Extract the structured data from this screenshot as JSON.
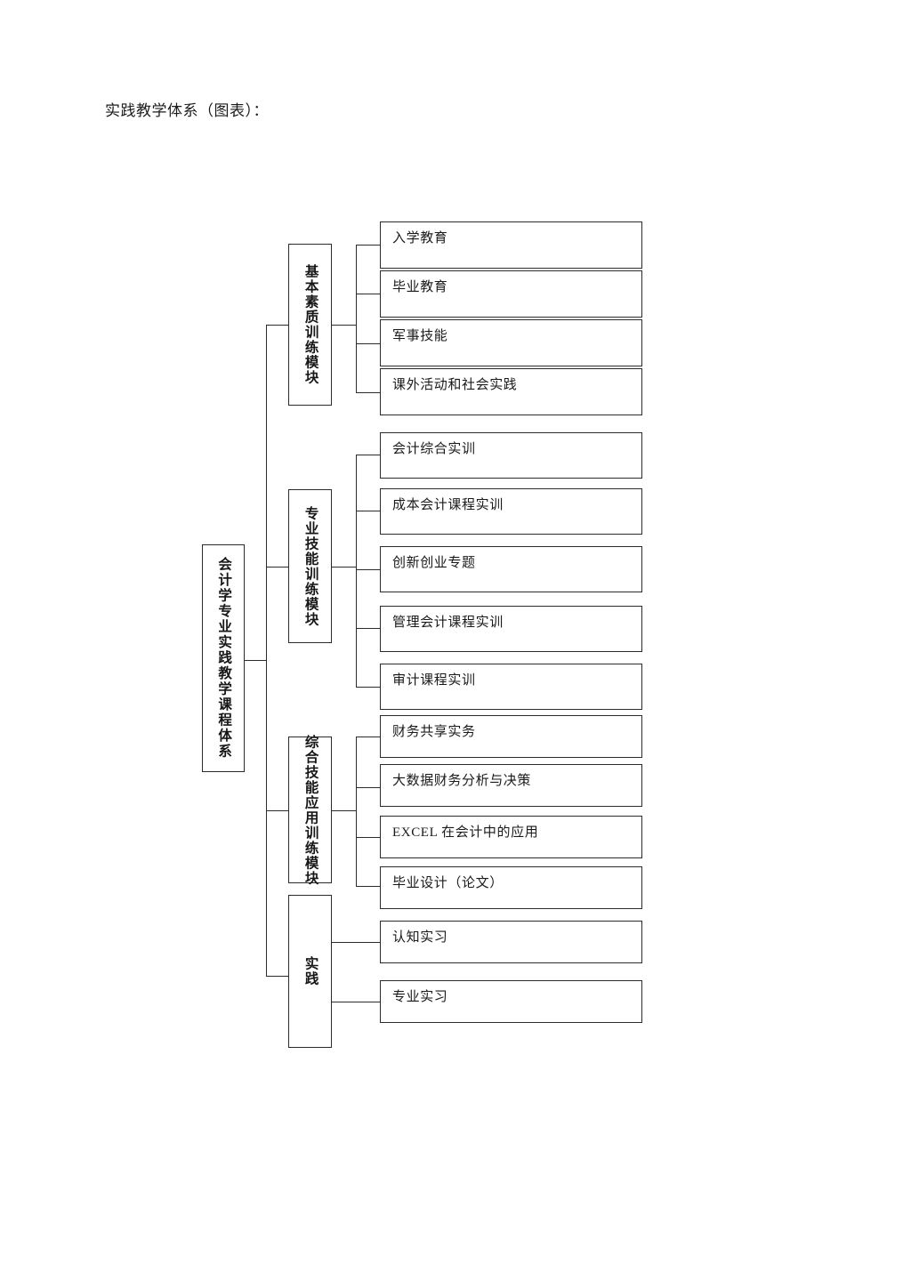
{
  "page": {
    "title": "实践教学体系（图表）："
  },
  "diagram": {
    "type": "tree",
    "orientation": "left-to-right",
    "root": {
      "label": "会计学专业实践教学课程体系",
      "orientation": "vertical-text"
    },
    "modules": [
      {
        "label": "基本素质训练模块",
        "orientation": "vertical-text",
        "leaves": [
          "入学教育",
          "毕业教育",
          "军事技能",
          "课外活动和社会实践"
        ]
      },
      {
        "label": "专业技能训练模块",
        "orientation": "vertical-text",
        "leaves": [
          "会计综合实训",
          "成本会计课程实训",
          "创新创业专题",
          "管理会计课程实训",
          "审计课程实训"
        ]
      },
      {
        "label": "综合技能应用训练模块",
        "orientation": "vertical-text",
        "leaves": [
          "财务共享实务",
          "大数据财务分析与决策",
          "EXCEL 在会计中的应用",
          "毕业设计（论文）"
        ]
      },
      {
        "label": "实践",
        "orientation": "vertical-text",
        "leaves": [
          "认知实习",
          "专业实习"
        ]
      }
    ],
    "colors": {
      "stroke": "#2b2b2b",
      "fill": "#ffffff",
      "text": "#1a1a1a"
    }
  }
}
